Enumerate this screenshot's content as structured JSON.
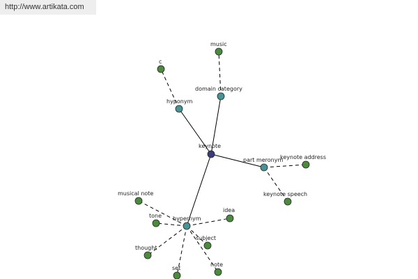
{
  "source_url": "http://www.artikata.com",
  "colors": {
    "center_node": "#3b3b7e",
    "relation_node": "#4a9295",
    "leaf_node": "#4d8a3f",
    "node_stroke": "#1f2a1f",
    "edge": "#000000"
  },
  "nodes": [
    {
      "id": "keynote",
      "label": "keynote",
      "kind": "center"
    },
    {
      "id": "hyponym",
      "label": "hyponym",
      "kind": "relation"
    },
    {
      "id": "domain-category",
      "label": "domain category",
      "kind": "relation"
    },
    {
      "id": "part-meronym",
      "label": "part meronym",
      "kind": "relation"
    },
    {
      "id": "hypernym",
      "label": "hypernym",
      "kind": "relation"
    },
    {
      "id": "c",
      "label": "c",
      "kind": "leaf"
    },
    {
      "id": "music",
      "label": "music",
      "kind": "leaf"
    },
    {
      "id": "keynote-address",
      "label": "keynote address",
      "kind": "leaf"
    },
    {
      "id": "keynote-speech",
      "label": "keynote speech",
      "kind": "leaf"
    },
    {
      "id": "musical-note",
      "label": "musical note",
      "kind": "leaf"
    },
    {
      "id": "tone",
      "label": "tone",
      "kind": "leaf"
    },
    {
      "id": "idea",
      "label": "idea",
      "kind": "leaf"
    },
    {
      "id": "subject",
      "label": "subject",
      "kind": "leaf"
    },
    {
      "id": "thought",
      "label": "thought",
      "kind": "leaf"
    },
    {
      "id": "set",
      "label": "set",
      "kind": "leaf"
    },
    {
      "id": "note",
      "label": "note",
      "kind": "leaf"
    }
  ],
  "edges": [
    {
      "from": "keynote",
      "to": "hyponym",
      "style": "solid"
    },
    {
      "from": "keynote",
      "to": "domain-category",
      "style": "solid"
    },
    {
      "from": "keynote",
      "to": "part-meronym",
      "style": "solid"
    },
    {
      "from": "keynote",
      "to": "hypernym",
      "style": "solid"
    },
    {
      "from": "hyponym",
      "to": "c",
      "style": "dashed"
    },
    {
      "from": "domain-category",
      "to": "music",
      "style": "dashed"
    },
    {
      "from": "part-meronym",
      "to": "keynote-address",
      "style": "dashed"
    },
    {
      "from": "part-meronym",
      "to": "keynote-speech",
      "style": "dashed"
    },
    {
      "from": "hypernym",
      "to": "musical-note",
      "style": "dashed"
    },
    {
      "from": "hypernym",
      "to": "tone",
      "style": "dashed"
    },
    {
      "from": "hypernym",
      "to": "idea",
      "style": "dashed"
    },
    {
      "from": "hypernym",
      "to": "subject",
      "style": "dashed"
    },
    {
      "from": "hypernym",
      "to": "thought",
      "style": "dashed"
    },
    {
      "from": "hypernym",
      "to": "set",
      "style": "dashed"
    },
    {
      "from": "hypernym",
      "to": "note",
      "style": "dashed"
    }
  ]
}
